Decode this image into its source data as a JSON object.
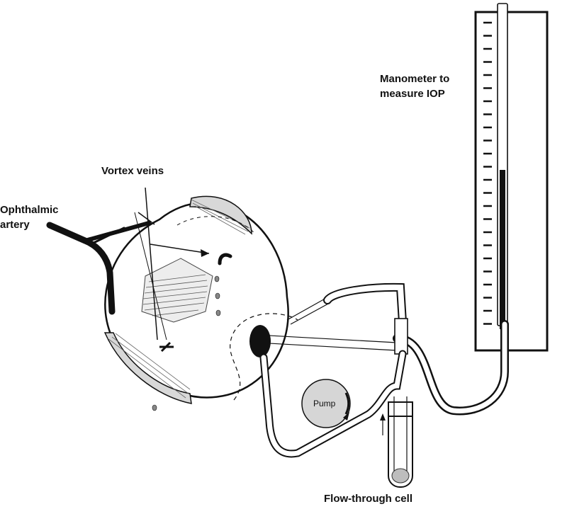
{
  "labels": {
    "manometer_line1": "Manometer to",
    "manometer_line2": "measure IOP",
    "vortex_veins": "Vortex veins",
    "ophthalmic_line1": "Ophthalmic",
    "ophthalmic_line2": "artery",
    "flow_through_cell": "Flow-through cell",
    "pump": "Pump"
  },
  "colors": {
    "ink": "#111111",
    "paper": "#ffffff",
    "shade": "#cfcfcf"
  }
}
